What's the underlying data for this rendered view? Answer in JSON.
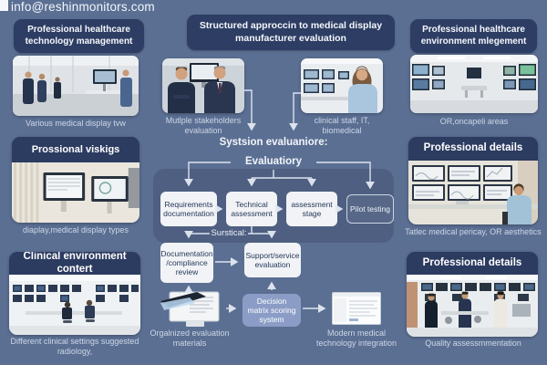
{
  "email": "info@reshinmonitors.com",
  "colors": {
    "background": "#5b6f93",
    "badge_navy": "#2d3d63",
    "accent_box": "#8b9dc6",
    "flow_box": "#f1f3f6"
  },
  "top_badges": {
    "left": "Professional healthcare technology management",
    "center": "Structured approccin to medical display manufacturer evaluation",
    "right": "Professional healthcare environment mlegement"
  },
  "left_column": {
    "photo1_caption": "Various medical display tvw",
    "card2_title": "Prossional viskigs",
    "card2_caption": "diaplay,medical display types",
    "card3_title": "Clinical environment contert",
    "card3_caption": "Different clinical settings suggested radiology,"
  },
  "center": {
    "stakeholders_caption": "Mutlple stakeholders evaluation",
    "clinical_caption": "clinical staff, IT, biomedical",
    "section_header": "Systsion evaluaniore:",
    "flow_label": "Evaluatiory",
    "flow_boxes": [
      "Requirements documentation",
      "Technical assessment",
      "assessment stage",
      "Pilot testing"
    ],
    "sub_label": "Surstical:",
    "sub_boxes": [
      "Documentation /compliance review",
      "Support/service evaluation"
    ],
    "decision_box": "Decision matrix scoring system",
    "materials_caption": "Orgalnized evaluation materials",
    "integration_caption": "Modern medical technology integration"
  },
  "right_column": {
    "photo1_caption": "OR,oncapeli areas",
    "card2_title": "Professional details",
    "card2_caption": "Tatlec medical pericay, OR aesthetics",
    "card3_title": "Professional details",
    "card3_caption": "Quality assessmmentation"
  }
}
